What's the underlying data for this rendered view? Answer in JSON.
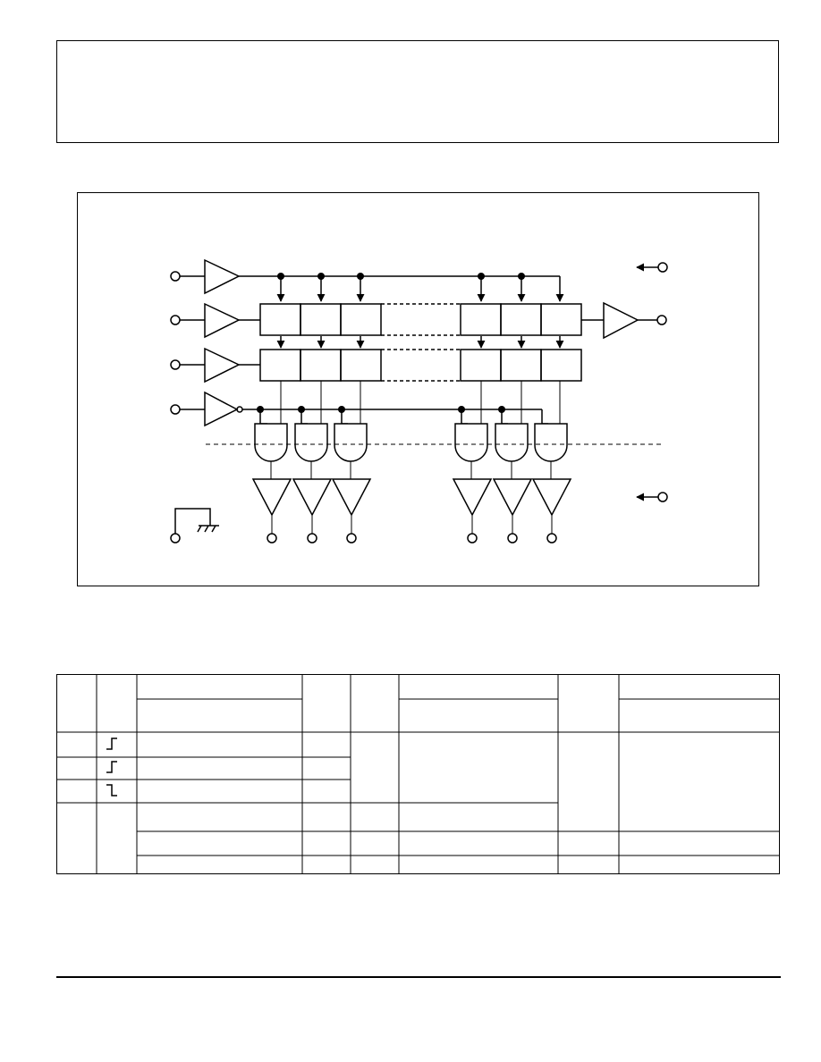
{
  "header": {
    "content": ""
  },
  "block_diagram": {
    "input_pins": 4,
    "register_stages_shown": 6,
    "output_drivers_shown": 6,
    "ground_symbol": true,
    "labels": []
  },
  "function_table": {
    "rows": 8,
    "clock_edges": [
      "rising",
      "rising",
      "falling"
    ],
    "cells": []
  },
  "footer": {
    "content": ""
  }
}
